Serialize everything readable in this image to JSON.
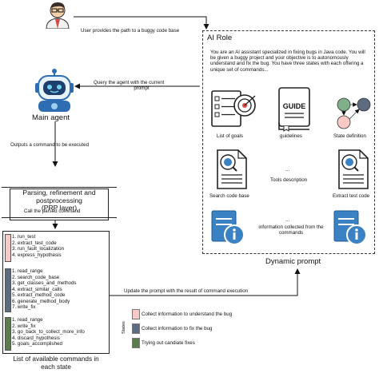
{
  "user_text": "User provides the path to a buggy code base",
  "query_text_line1": "Query the agent with the current",
  "query_text_line2": "prompt",
  "main_agent": "Main agent",
  "outputs_text": "Outputs a command to be executed",
  "parsing_box": [
    "Parsing, refinement and",
    "postprocessing",
    "(PRP layer)"
  ],
  "call_text": "Call the parsed command",
  "update_text": "Update the prompt with the result of command execution",
  "commands_caption": [
    "List of available commands in",
    "each state"
  ],
  "ai_role": {
    "title": "AI Role",
    "description": [
      "You are an AI assistant specialized in fixing bugs in Java code. You will",
      "be given a buggy project and your objective is to autonomously",
      "understand and fix the bug. You have three states with each offering a",
      "unique set of commands..."
    ],
    "icons": {
      "goals": "List of goals",
      "guidelines": "guidelines",
      "guide_word": "GUIDE",
      "state_def": "State definition",
      "search": "Search code base",
      "tools_desc": "Tools description",
      "extract": "Extract test code",
      "info": [
        "information collected from the",
        "commands"
      ],
      "dots": "..."
    }
  },
  "dynamic_prompt": "Dynamic prompt",
  "command_groups": [
    {
      "color": "#f8c9c6",
      "items": [
        "1. run_test",
        "2. extract_test_code",
        "3. run_fault_localization",
        "4. express_hypothesis"
      ]
    },
    {
      "color": "#5d6b80",
      "items": [
        "1. read_range",
        "2. search_code_base",
        "3. get_classes_and_methods",
        "4. extract_similar_calls",
        "5. extract_method_code",
        "6. generate_method_body",
        "7. write_fix"
      ]
    },
    {
      "color": "#5b7d4e",
      "items": [
        "1. read_range",
        "2. write_fix",
        "3. go_back_to_collect_more_info",
        "4. discard_hypothesis",
        "5. goals_accomplished"
      ]
    }
  ],
  "legend": {
    "title": "States",
    "items": [
      {
        "color": "#f8c9c6",
        "label": "Collect information to understand the bug"
      },
      {
        "color": "#5d6b80",
        "label": "Collect information to fix the bug"
      },
      {
        "color": "#5b7d4e",
        "label": "Trying out candiate fixes"
      }
    ]
  }
}
